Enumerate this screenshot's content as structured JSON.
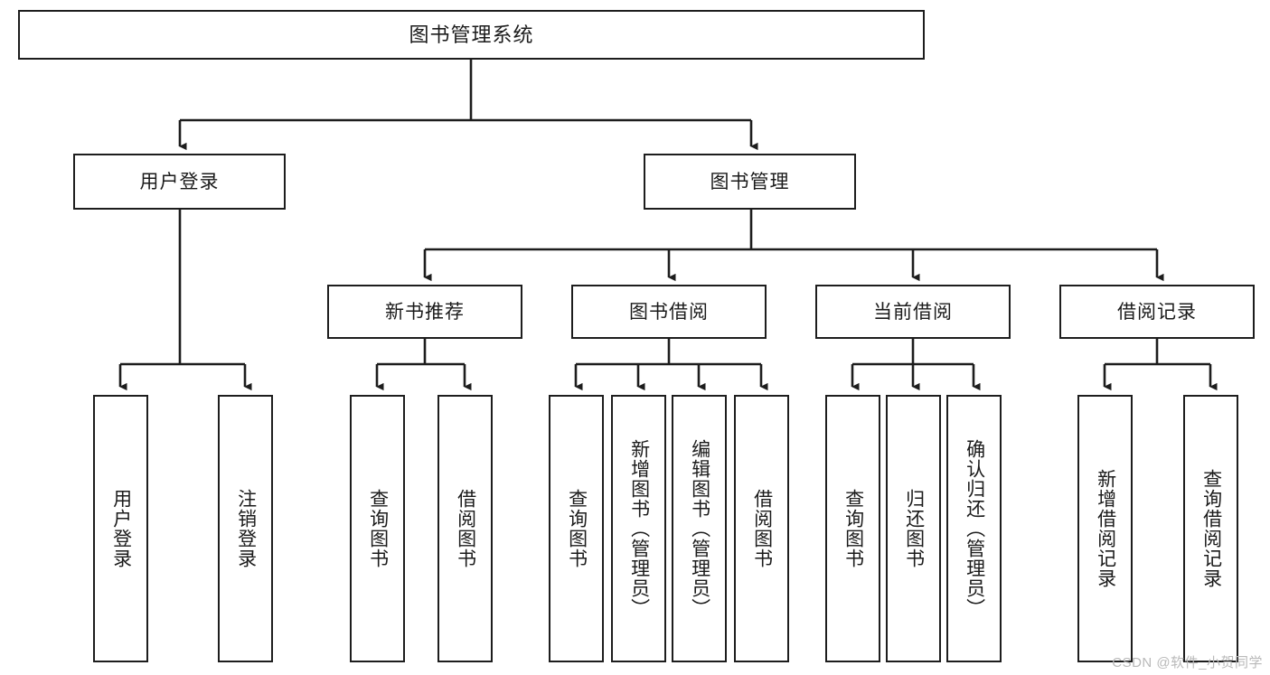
{
  "diagram": {
    "title": "图书管理系统",
    "type": "hierarchy-tree",
    "orientation": "top-down",
    "colors": {
      "box_border": "#1d1d1d",
      "box_fill": "#ffffff",
      "connector": "#1d1d1d",
      "text": "#1b1b1b",
      "watermark": "#b9b9b9"
    },
    "root": {
      "label": "图书管理系统"
    },
    "level2": [
      {
        "label": "用户登录"
      },
      {
        "label": "图书管理"
      }
    ],
    "level3": [
      {
        "label": "新书推荐"
      },
      {
        "label": "图书借阅"
      },
      {
        "label": "当前借阅"
      },
      {
        "label": "借阅记录"
      }
    ],
    "leaves": {
      "user_login": [
        {
          "label": "用户登录"
        },
        {
          "label": "注销登录"
        }
      ],
      "new_book_recommend": [
        {
          "label": "查询图书"
        },
        {
          "label": "借阅图书"
        }
      ],
      "book_borrow": [
        {
          "label": "查询图书"
        },
        {
          "label": "新增图书（管理员）"
        },
        {
          "label": "编辑图书（管理员）"
        },
        {
          "label": "借阅图书"
        }
      ],
      "current_borrow": [
        {
          "label": "查询图书"
        },
        {
          "label": "归还图书"
        },
        {
          "label": "确认归还（管理员）"
        }
      ],
      "borrow_record": [
        {
          "label": "新增借阅记录"
        },
        {
          "label": "查询借阅记录"
        }
      ]
    }
  },
  "watermark": {
    "text": "CSDN @软件_小贺同学"
  }
}
